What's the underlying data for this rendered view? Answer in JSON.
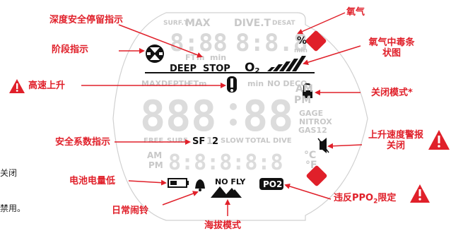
{
  "labels": {
    "depth_stop": "深度安全停留指示",
    "stage": "阶段指示",
    "rapid_ascent": "高速上升",
    "safety_factor": "安全系数指示",
    "battery_low": "电池电量低",
    "daily_alarm": "日常闹铃",
    "altitude_mode": "海拔模式",
    "oxygen": "氧气",
    "oxygen_toxicity_l1": "氧气中毒条",
    "oxygen_toxicity_l2": "状图",
    "lock_mode": "关闭模式*",
    "ascent_alarm_l1": "上升速度警报",
    "ascent_alarm_l2": "关闭",
    "ppo2_prefix": "违反PPO",
    "ppo2_sub": "2",
    "ppo2_suffix": "限定"
  },
  "side_fragments": {
    "line1": "关闭",
    "line2": "禁用。"
  },
  "lcd": {
    "surf_t": "SURF.T",
    "max": "MAX",
    "dive_t": "DIVE.T",
    "desat": "DESAT",
    "ft": "FT",
    "m": "m",
    "min": "min",
    "percent": "%",
    "min2": "min",
    "deep": "DEEP",
    "stop": "STOP",
    "o2": "O",
    "o2_sub": "2",
    "maxdepth": "MAXDEPTH",
    "ft_m": "FTm",
    "min3": "min",
    "no_deco": "NO DECO",
    "am_top": "AM",
    "pm_top": "PM",
    "gage": "GAGE",
    "nitrox": "NITROX",
    "gas12": "GAS12",
    "free": "FREE",
    "surf": "SURF",
    "sf": "SF",
    "sf1": "1",
    "sf2": "2",
    "slow": "SLOW",
    "total": "TOTAL",
    "dive": "DIVE",
    "am": "AM",
    "pm": "PM",
    "deg_c": "°C",
    "deg_f": "°F",
    "no_fly": "NO FLY",
    "po2": "PO2"
  },
  "colors": {
    "red": "#e0202a",
    "lcd_dark": "#111111",
    "lcd_dim": "#c8c8c8"
  }
}
